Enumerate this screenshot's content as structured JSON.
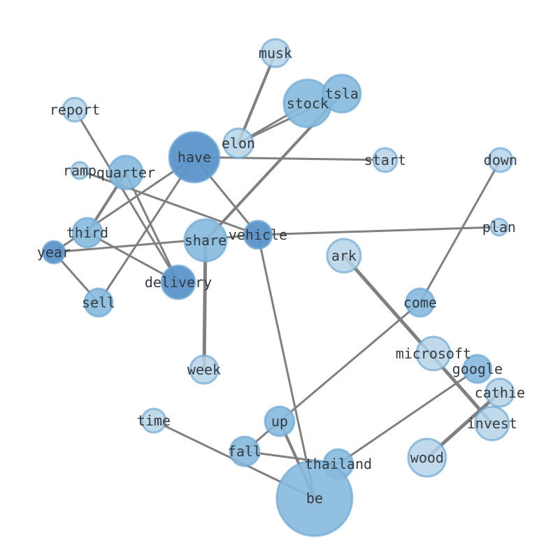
{
  "graph": {
    "colors": {
      "background": "#ffffff",
      "edge": "#808080",
      "label": "#333a40",
      "node_light": "#b6d3e8",
      "node_mid": "#86b9dd",
      "node_strong": "#5b93c9",
      "node_outline": "#6fa8d4"
    },
    "nodes": [
      {
        "id": "musk",
        "label": "musk",
        "tone": "light"
      },
      {
        "id": "report",
        "label": "report",
        "tone": "light"
      },
      {
        "id": "stock",
        "label": "stock",
        "tone": "mid"
      },
      {
        "id": "tsla",
        "label": "tsla",
        "tone": "mid"
      },
      {
        "id": "elon",
        "label": "elon",
        "tone": "light"
      },
      {
        "id": "have",
        "label": "have",
        "tone": "strong"
      },
      {
        "id": "start",
        "label": "start",
        "tone": "light"
      },
      {
        "id": "down",
        "label": "down",
        "tone": "light"
      },
      {
        "id": "ramp",
        "label": "ramp",
        "tone": "light"
      },
      {
        "id": "quarter",
        "label": "quarter",
        "tone": "mid"
      },
      {
        "id": "third",
        "label": "third",
        "tone": "mid"
      },
      {
        "id": "share",
        "label": "share",
        "tone": "mid"
      },
      {
        "id": "vehicle",
        "label": "vehicle",
        "tone": "strong"
      },
      {
        "id": "plan",
        "label": "plan",
        "tone": "light"
      },
      {
        "id": "year",
        "label": "year",
        "tone": "strong"
      },
      {
        "id": "ark",
        "label": "ark",
        "tone": "light"
      },
      {
        "id": "delivery",
        "label": "delivery",
        "tone": "strong"
      },
      {
        "id": "sell",
        "label": "sell",
        "tone": "mid"
      },
      {
        "id": "come",
        "label": "come",
        "tone": "mid"
      },
      {
        "id": "microsoft",
        "label": "microsoft",
        "tone": "light"
      },
      {
        "id": "google",
        "label": "google",
        "tone": "mid"
      },
      {
        "id": "week",
        "label": "week",
        "tone": "light"
      },
      {
        "id": "cathie",
        "label": "cathie",
        "tone": "light"
      },
      {
        "id": "time",
        "label": "time",
        "tone": "light"
      },
      {
        "id": "up",
        "label": "up",
        "tone": "mid"
      },
      {
        "id": "invest",
        "label": "invest",
        "tone": "light"
      },
      {
        "id": "fall",
        "label": "fall",
        "tone": "mid"
      },
      {
        "id": "thailand",
        "label": "thailand",
        "tone": "mid"
      },
      {
        "id": "wood",
        "label": "wood",
        "tone": "light"
      },
      {
        "id": "be",
        "label": "be",
        "tone": "mid"
      }
    ],
    "edges": [
      {
        "source": "musk",
        "target": "elon",
        "weight": 4
      },
      {
        "source": "elon",
        "target": "stock",
        "weight": 3
      },
      {
        "source": "elon",
        "target": "tsla",
        "weight": 3
      },
      {
        "source": "tsla",
        "target": "share",
        "weight": 4
      },
      {
        "source": "have",
        "target": "start",
        "weight": 3
      },
      {
        "source": "have",
        "target": "vehicle",
        "weight": 3
      },
      {
        "source": "have",
        "target": "sell",
        "weight": 3
      },
      {
        "source": "have",
        "target": "year",
        "weight": 3
      },
      {
        "source": "report",
        "target": "delivery",
        "weight": 3
      },
      {
        "source": "ramp",
        "target": "vehicle",
        "weight": 3
      },
      {
        "source": "quarter",
        "target": "third",
        "weight": 4
      },
      {
        "source": "quarter",
        "target": "delivery",
        "weight": 3
      },
      {
        "source": "third",
        "target": "delivery",
        "weight": 3
      },
      {
        "source": "year",
        "target": "sell",
        "weight": 3
      },
      {
        "source": "year",
        "target": "vehicle",
        "weight": 3
      },
      {
        "source": "vehicle",
        "target": "plan",
        "weight": 3
      },
      {
        "source": "vehicle",
        "target": "be",
        "weight": 3
      },
      {
        "source": "share",
        "target": "week",
        "weight": 5
      },
      {
        "source": "down",
        "target": "come",
        "weight": 3
      },
      {
        "source": "come",
        "target": "up",
        "weight": 3
      },
      {
        "source": "ark",
        "target": "invest",
        "weight": 5
      },
      {
        "source": "google",
        "target": "thailand",
        "weight": 3
      },
      {
        "source": "up",
        "target": "fall",
        "weight": 3
      },
      {
        "source": "up",
        "target": "be",
        "weight": 4
      },
      {
        "source": "fall",
        "target": "thailand",
        "weight": 3
      },
      {
        "source": "time",
        "target": "be",
        "weight": 3
      },
      {
        "source": "cathie",
        "target": "wood",
        "weight": 5
      }
    ]
  }
}
